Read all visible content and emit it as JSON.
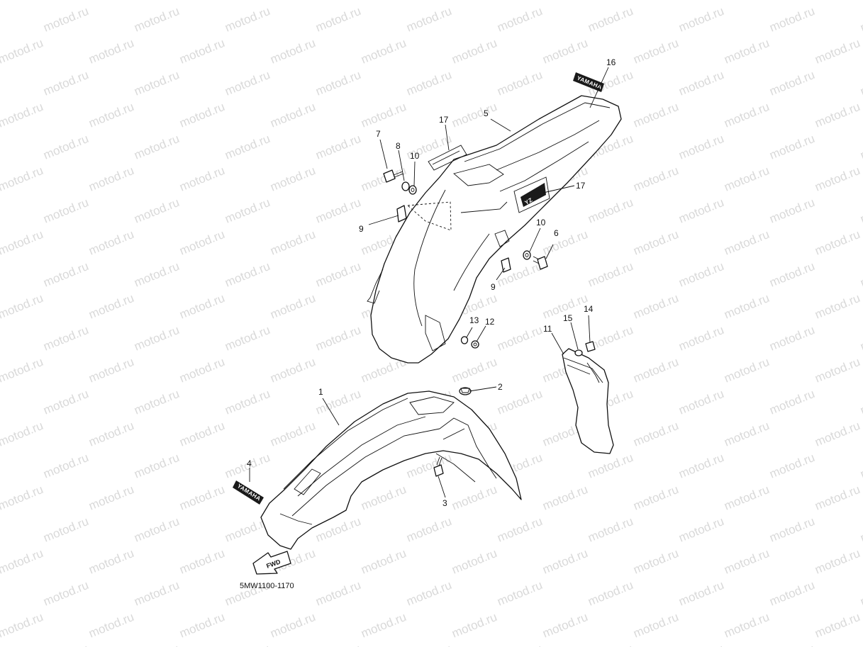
{
  "watermark": {
    "text": "motod.ru"
  },
  "callouts": [
    {
      "n": "1"
    },
    {
      "n": "2"
    },
    {
      "n": "3"
    },
    {
      "n": "4"
    },
    {
      "n": "5"
    },
    {
      "n": "6"
    },
    {
      "n": "7"
    },
    {
      "n": "8"
    },
    {
      "n": "9"
    },
    {
      "n": "9"
    },
    {
      "n": "10"
    },
    {
      "n": "10"
    },
    {
      "n": "11"
    },
    {
      "n": "12"
    },
    {
      "n": "13"
    },
    {
      "n": "14"
    },
    {
      "n": "15"
    },
    {
      "n": "16"
    },
    {
      "n": "17"
    },
    {
      "n": "17"
    }
  ],
  "decals": {
    "brand": "YAMAHA",
    "model": "YZ"
  },
  "fwd_arrow": "FWD",
  "diagram_code": "5MW1100-1170"
}
